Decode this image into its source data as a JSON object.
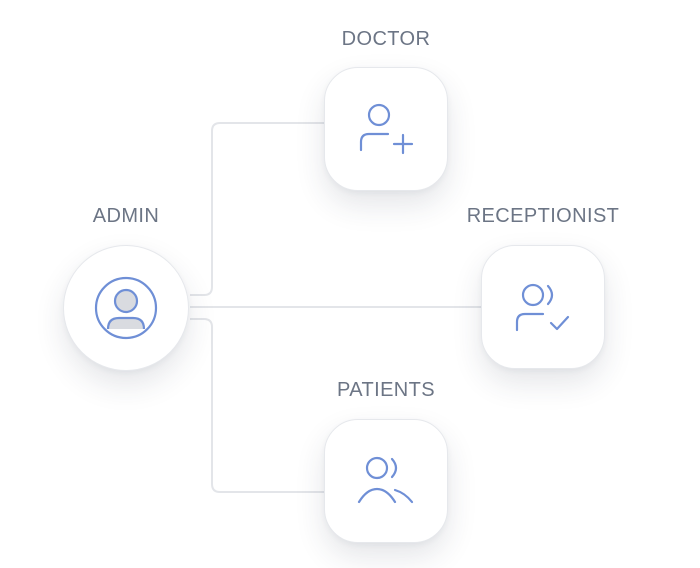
{
  "colors": {
    "accent": "#6f8fd6",
    "label": "#6c7585",
    "connector": "#e3e5e9"
  },
  "nodes": {
    "admin": {
      "label": "ADMIN",
      "icon": "admin-user-circle-icon"
    },
    "doctor": {
      "label": "DOCTOR",
      "icon": "user-plus-icon"
    },
    "receptionist": {
      "label": "RECEPTIONIST",
      "icon": "users-check-icon"
    },
    "patients": {
      "label": "PATIENTS",
      "icon": "users-group-icon"
    }
  }
}
